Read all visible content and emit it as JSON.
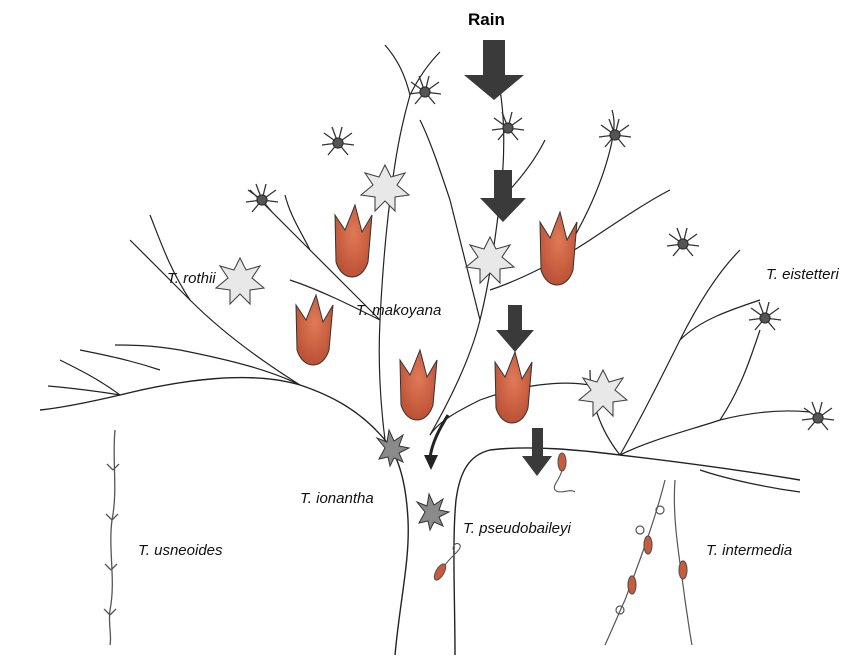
{
  "title": "Rain",
  "species": {
    "rothii": "T. rothii",
    "makoyana": "T. makoyana",
    "eistetteri": "T. eistetteri",
    "ionantha": "T. ionantha",
    "pseudobaileyi": "T. pseudobaileyi",
    "usneoides": "T. usneoides",
    "intermedia": "T. intermedia"
  },
  "colors": {
    "branch": "#222222",
    "arrow": "#3a3a3a",
    "tank": "#c95a3c",
    "star": "#e8e8e8"
  }
}
